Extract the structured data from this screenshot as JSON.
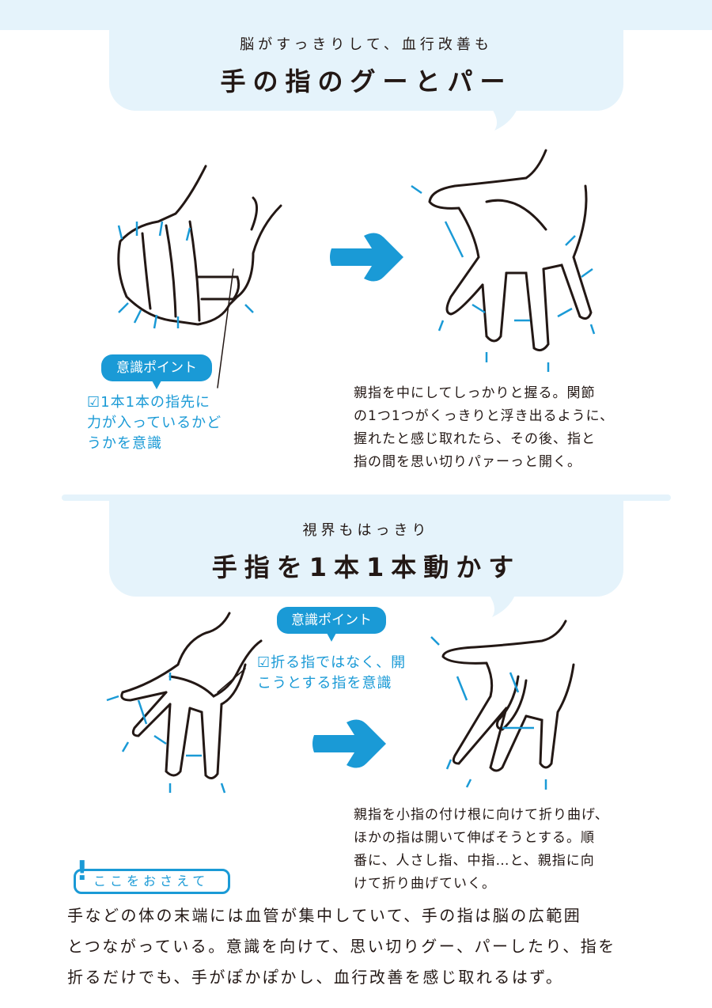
{
  "colors": {
    "accent": "#1a9ad6",
    "bubble": "#e5f3fb",
    "text": "#231815"
  },
  "section1": {
    "subtitle": "脳がすっきりして、血行改善も",
    "title": "手の指のグーとパー",
    "callout_label": "意識ポイント",
    "callout_lines": [
      "☑1本1本の指先に",
      "力が入っているかど",
      "うかを意識"
    ],
    "body_lines": [
      "親指を中にしてしっかりと握る。関節",
      "の1つ1つがくっきりと浮き出るように、",
      "握れたと感じ取れたら、その後、指と",
      "指の間を思い切りパァーっと開く。"
    ]
  },
  "section2": {
    "subtitle": "視界もはっきり",
    "title": "手指を1本1本動かす",
    "callout_label": "意識ポイント",
    "callout_lines": [
      "☑折る指ではなく、開",
      "こうとする指を意識"
    ],
    "body_lines": [
      "親指を小指の付け根に向けて折り曲げ、",
      "ほかの指は開いて伸ばそうとする。順",
      "番に、人さし指、中指…と、親指に向",
      "けて折り曲げていく。"
    ]
  },
  "key_point": {
    "label": "ここをおさえて",
    "lines": [
      "手などの体の末端には血管が集中していて、手の指は脳の広範囲",
      "とつながっている。意識を向けて、思い切りグー、パーしたり、指を",
      "折るだけでも、手がぽかぽかし、血行改善を感じ取れるはず。"
    ]
  }
}
